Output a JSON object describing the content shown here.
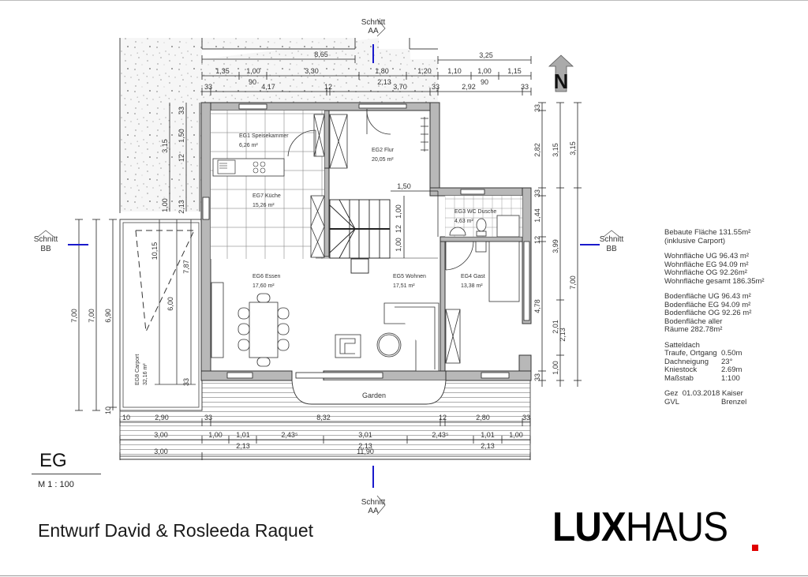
{
  "floor_plan": {
    "floor_label": "EG",
    "scale_label": "M 1 : 100",
    "title": "Entwurf David & Rosleeda Raquet",
    "logo": {
      "bold_part": "LUX",
      "light_part": "HAUS",
      "dot_color": "#e00000"
    },
    "north_label": "N",
    "sections": {
      "aa_top": {
        "line1": "Schnitt",
        "line2": "AA"
      },
      "aa_bottom": {
        "line1": "Schnitt",
        "line2": "AA"
      },
      "bb_left": {
        "line1": "Schnitt",
        "line2": "BB"
      },
      "bb_right": {
        "line1": "Schnitt",
        "line2": "BB"
      }
    },
    "rooms": [
      {
        "id": "EG1",
        "name": "EG1 Speisekammer",
        "area": "6,26 m²"
      },
      {
        "id": "EG2",
        "name": "EG2 Flur",
        "area": "20,05 m²"
      },
      {
        "id": "EG3",
        "name": "EG3 WC Dusche",
        "area": "4,63 m²"
      },
      {
        "id": "EG4",
        "name": "EG4 Gast",
        "area": "13,38 m²"
      },
      {
        "id": "EG5",
        "name": "EG5 Wohnen",
        "area": "17,51 m²"
      },
      {
        "id": "EG6",
        "name": "EG6 Essen",
        "area": "17,60 m²"
      },
      {
        "id": "EG7",
        "name": "EG7 Küche",
        "area": "15,26 m²"
      },
      {
        "id": "EG8",
        "name": "EG8 Carport",
        "area": "32,16 m²"
      }
    ],
    "garden_label": "Garden",
    "dimensions": {
      "top_row1": [
        "8,65",
        "3,25"
      ],
      "top_row2": [
        "1,35",
        "1,00",
        "3,30",
        "1,80",
        "1,20",
        "1,10",
        "1,00",
        "1,15"
      ],
      "top_row3": [
        "33",
        "90",
        "4,17",
        "12",
        "2,13",
        "3,70",
        "33",
        "2,92",
        "90",
        "33"
      ],
      "bottom_row1": [
        "10",
        "2,90",
        "33",
        "8,32",
        "12",
        "2,80",
        "33"
      ],
      "bottom_row2": [
        "3,00",
        "1,00",
        "1,01",
        "2,43⁵",
        "3,01",
        "2,43⁵",
        "1,01",
        "1,00"
      ],
      "bottom_row2b": [
        "2,13",
        "2,13",
        "2,13"
      ],
      "bottom_row3": [
        "3,00",
        "11,90"
      ],
      "right_col1": [
        "33",
        "2,82",
        "33",
        "1,44",
        "12",
        "4,78",
        "33"
      ],
      "right_col2": [
        "3,15",
        "3,99",
        "2,01",
        "1,00"
      ],
      "right_col3": [
        "3,15",
        "7,00",
        "2,13"
      ],
      "left_col": [
        "7,00",
        "7,00",
        "6,90",
        "10"
      ],
      "left_upper": [
        "3,15",
        "1,00",
        "33",
        "1,50",
        "12",
        "2,13"
      ],
      "carport": [
        "10,15",
        "7,87",
        "6,00",
        "33"
      ],
      "stair": [
        "1,50",
        "1,00",
        "12",
        "1,00"
      ]
    }
  },
  "info_panel": {
    "bebaute": "Bebaute Fläche 131.55m²",
    "bebaute_note": "(inklusive Carport)",
    "wohnflaeche": [
      "Wohnfläche UG 96.43 m²",
      "Wohnfläche EG 94.09 m²",
      "Wohnfläche OG 92.26m²",
      "Wohnfläche gesamt 186.35m²"
    ],
    "bodenflaeche": [
      "Bodenfläche UG 96.43 m²",
      "Bodenfläche EG 94.09 m²",
      "Bodenfläche OG 92.26 m²",
      "Bodenfläche aller",
      "Räume 282.78m²"
    ],
    "roof_type": "Satteldach",
    "specs": [
      {
        "key": "Traufe, Ortgang",
        "value": "0.50m"
      },
      {
        "key": "Dachneigung",
        "value": "23°"
      },
      {
        "key": "Kniestock",
        "value": "2.69m"
      },
      {
        "key": "Maßstab",
        "value": "1:100"
      }
    ],
    "drawn_by": {
      "key": "Gez",
      "value": "01.03.2018 Kaiser"
    },
    "gvl": {
      "key": "GVL",
      "value": "Brenzel"
    }
  },
  "colors": {
    "wall": "#b8b8b8",
    "wall_stroke": "#333333",
    "section_line": "#1a1acc",
    "gravel": "#f4f4f4",
    "logo_dot": "#e00000"
  }
}
